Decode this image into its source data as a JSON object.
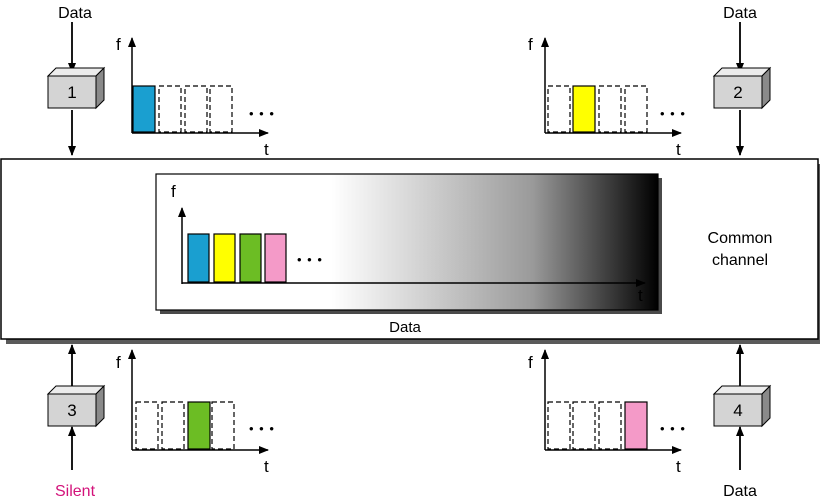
{
  "stations": [
    {
      "id": "1",
      "input_label": "Data",
      "input_color": "#000000",
      "slot_filled": 0,
      "slot_color": "#1a9fd0"
    },
    {
      "id": "2",
      "input_label": "Data",
      "input_color": "#000000",
      "slot_filled": 1,
      "slot_color": "#ffff00"
    },
    {
      "id": "3",
      "input_label": "Silent",
      "input_color": "#d3127a",
      "slot_filled": 2,
      "slot_color": "#6cbd24"
    },
    {
      "id": "4",
      "input_label": "Data",
      "input_color": "#000000",
      "slot_filled": 3,
      "slot_color": "#f49ac8"
    }
  ],
  "axis_labels": {
    "frequency": "f",
    "time": "t"
  },
  "ellipsis": "• • •",
  "channel": {
    "label_line1": "Common",
    "label_line2": "channel",
    "data_label": "Data",
    "gradient": [
      "#ffffff",
      "#000000"
    ]
  },
  "colors": {
    "box_fill": "#d4d4d4",
    "box_top": "#ececec",
    "box_side": "#8a8a8a",
    "shadow": "#4a4a4a"
  }
}
